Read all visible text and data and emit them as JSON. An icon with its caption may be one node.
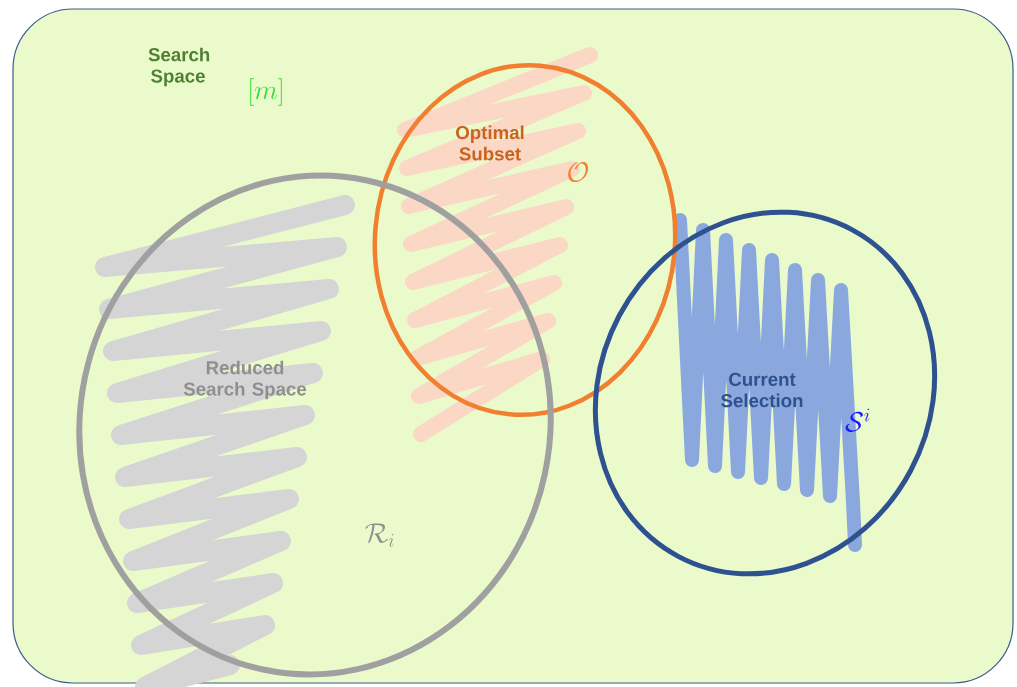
{
  "diagram": {
    "nodes": [
      {
        "text": [
          "Search Space",
          "[m]"
        ]
      },
      {
        "text": [
          "Optimal Subset",
          "\\mathcal{O}"
        ],
        "in": 0
      },
      {
        "text": [
          "Reduced Search Space",
          "\\mathcal{R}_i"
        ],
        "in": 0
      },
      {
        "text": [
          "Current Selection",
          "\\mathcal{S}^i"
        ],
        "in": 0
      }
    ]
  }
}
